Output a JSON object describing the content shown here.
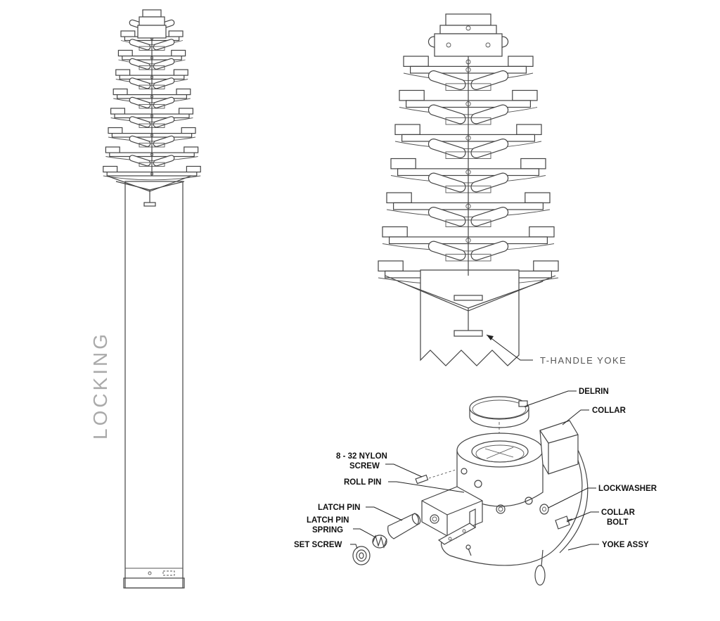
{
  "vertical_label": "LOCKING",
  "callout": "T-HANDLE YOKE",
  "parts": {
    "delrin": "DELRIN",
    "collar": "COLLAR",
    "nylon_screw_line1": "8 - 32 NYLON",
    "nylon_screw_line2": "SCREW",
    "roll_pin": "ROLL PIN",
    "lockwasher": "LOCKWASHER",
    "latch_pin": "LATCH PIN",
    "collar_bolt_line1": "COLLAR",
    "collar_bolt_line2": "BOLT",
    "latch_pin_spring_line1": "LATCH PIN",
    "latch_pin_spring_line2": "SPRING",
    "set_screw": "SET SCREW",
    "yoke_assy": "YOKE ASSY"
  }
}
